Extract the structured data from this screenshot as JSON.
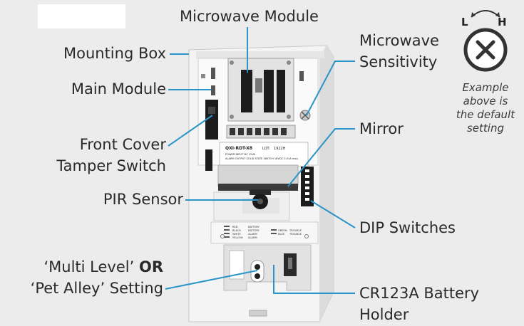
{
  "labels": {
    "microwave_module": "Microwave Module",
    "mounting_box": "Mounting Box",
    "main_module": "Main Module",
    "front_cover_line1": "Front Cover",
    "front_cover_line2": "Tamper Switch",
    "pir_sensor": "PIR Sensor",
    "multi_level_part1": "‘Multi Level’",
    "multi_level_or": "OR",
    "pet_alley": "‘Pet Alley’ Setting",
    "mw_sens_line1": "Microwave",
    "mw_sens_line2": "Sensitivity",
    "mirror": "Mirror",
    "dip_switches": "DIP Switches",
    "battery_line1": "CR123A Battery",
    "battery_line2": "Holder"
  },
  "dial": {
    "low": "L",
    "high": "H",
    "example_lines": [
      "Example",
      "above is",
      "the default",
      "setting"
    ]
  },
  "device_text": {
    "model": "QXI-RDT-X8",
    "lot": "LOT:",
    "lot_code": "1922H",
    "power": "POWER INPUT DC 12VA",
    "alarm": "ALARM OUTPUT SOLID STATE SWITCH 18VDC 0.01A max.",
    "wire_left": [
      "RED",
      "BLACK",
      "WHITE",
      "YELLOW"
    ],
    "wire_left_meaning": [
      "BATTERY",
      "BATTERY",
      "ALARM",
      "ALARM"
    ],
    "wire_right": [
      "GREEN",
      "BLUE"
    ],
    "wire_right_meaning": [
      "TROUBLE",
      "TROUBLE"
    ]
  },
  "colors": {
    "leader": "#2a94c8",
    "background": "#ececec",
    "device_body": "#f3f3f3",
    "dark": "#222222"
  }
}
